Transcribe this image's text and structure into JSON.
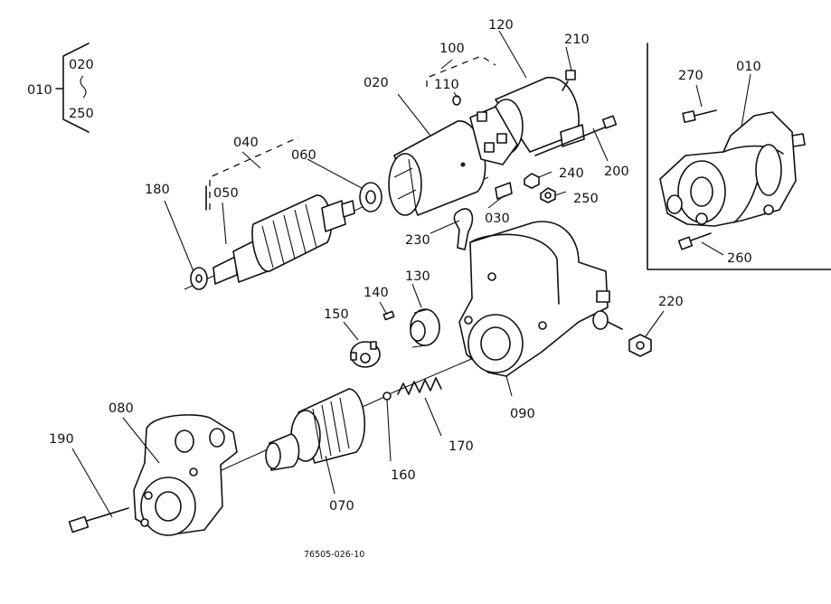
{
  "drawing_code": "76505-026-10",
  "bracket": {
    "parent": "010",
    "from": "020",
    "to": "250"
  },
  "labels": {
    "p010": "010",
    "p020": "020",
    "p030": "030",
    "p040": "040",
    "p050": "050",
    "p060": "060",
    "p070": "070",
    "p080": "080",
    "p090": "090",
    "p100": "100",
    "p110": "110",
    "p120": "120",
    "p130": "130",
    "p140": "140",
    "p150": "150",
    "p160": "160",
    "p170": "170",
    "p180": "180",
    "p190": "190",
    "p200": "200",
    "p210": "210",
    "p220": "220",
    "p230": "230",
    "p240": "240",
    "p250": "250",
    "p260": "260",
    "p270": "270"
  },
  "inset": {
    "assembly": "010",
    "bolt_upper": "270",
    "bolt_lower": "260"
  }
}
